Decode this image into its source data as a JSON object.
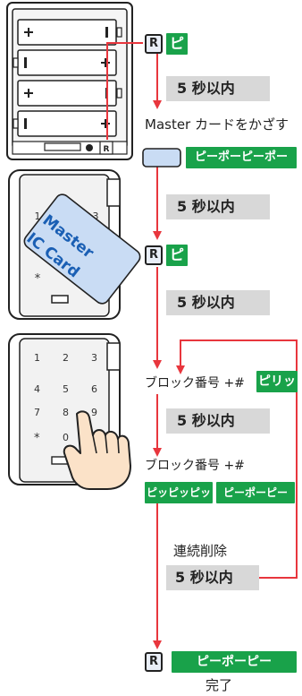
{
  "r_label": "R",
  "beep_short": "ピ",
  "time_5s": "5 秒以内",
  "master_instruction": "Master カードをかざす",
  "beep_pattern_long": "ピーポーピーポー",
  "card_line1": "Master",
  "card_line2": "IC Card",
  "keypad_keys": [
    "1",
    "2",
    "3",
    "4",
    "5",
    "6",
    "7",
    "8",
    "9",
    "*",
    "0"
  ],
  "block_number_step1": "ブロック番号 +#",
  "beep_ack": "ピリッ",
  "block_number_step2": "ブロック番号 +#",
  "beep_triple": "ピッピッピッ",
  "beep_pattern_mid": "ピーポーピー",
  "loop_label": "連続削除",
  "beep_pattern_final": "ピーポーピー",
  "done_label": "完了",
  "colors": {
    "red": "#e8363d",
    "green": "#19a24a",
    "gray": "#d8d8d8",
    "line": "#222222"
  }
}
